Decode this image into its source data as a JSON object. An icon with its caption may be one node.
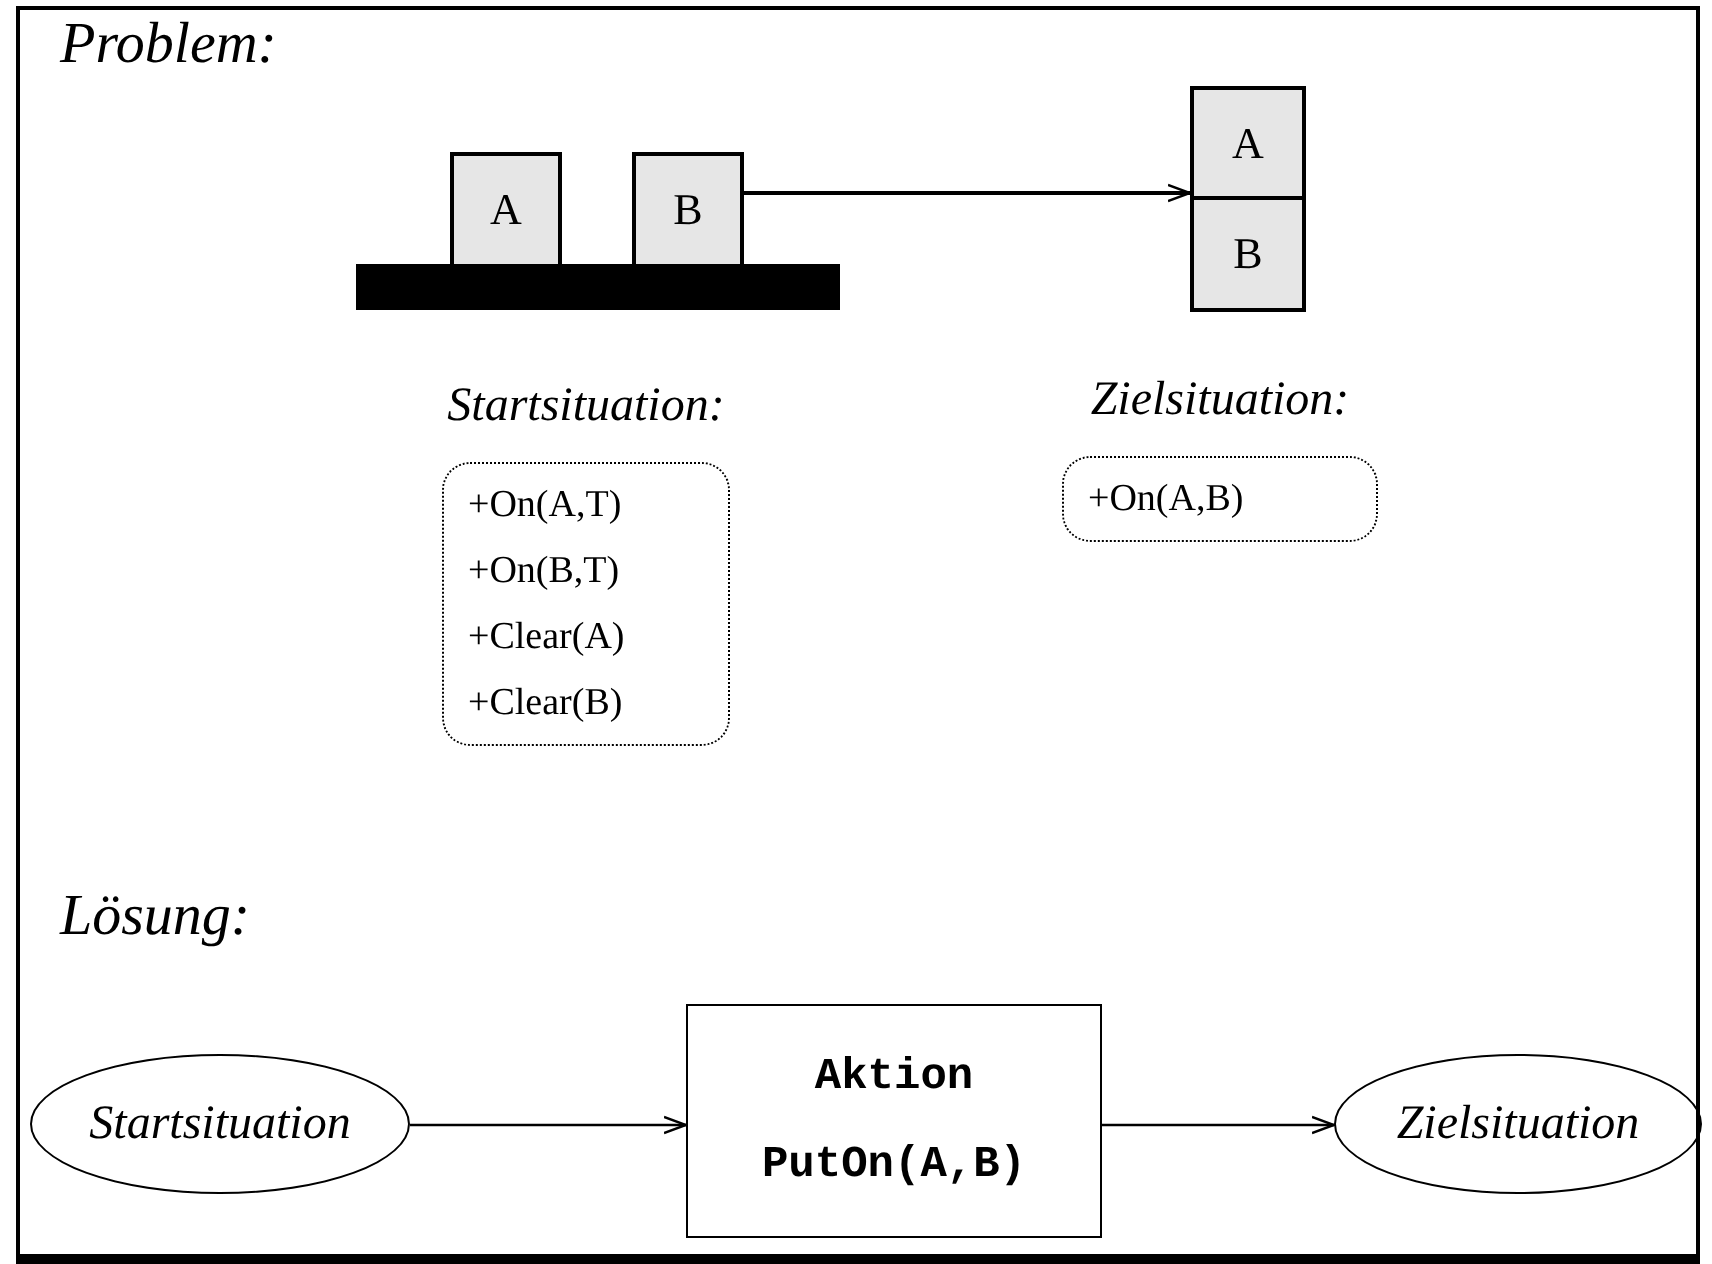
{
  "diagram": {
    "nodes": [
      {
        "text": [
          "A"
        ]
      },
      {
        "text": [
          "B"
        ]
      },
      {
        "text": [],
        "shape": "bar"
      },
      {
        "text": [
          "A"
        ]
      },
      {
        "text": [
          "B"
        ]
      },
      {
        "text": [
          "Startsituation:",
          "+On(A,T)",
          "+On(B,T)",
          "+Clear(A)",
          "+Clear(B)"
        ]
      },
      {
        "text": [
          "Zielsituation:",
          "+On(A,B)"
        ]
      },
      {
        "text": [
          "Startsituation"
        ]
      },
      {
        "text": [
          "Aktion",
          "PutOn(A,B)"
        ]
      },
      {
        "text": [
          "Zielsituation"
        ]
      }
    ],
    "edges": [
      {
        "from": 1,
        "to": 3,
        "arrow": "to"
      },
      {
        "from": 7,
        "to": 8,
        "arrow": "to"
      },
      {
        "from": 8,
        "to": 9,
        "arrow": "to"
      }
    ],
    "labels": [
      "Problem:",
      "Lösung:"
    ]
  }
}
